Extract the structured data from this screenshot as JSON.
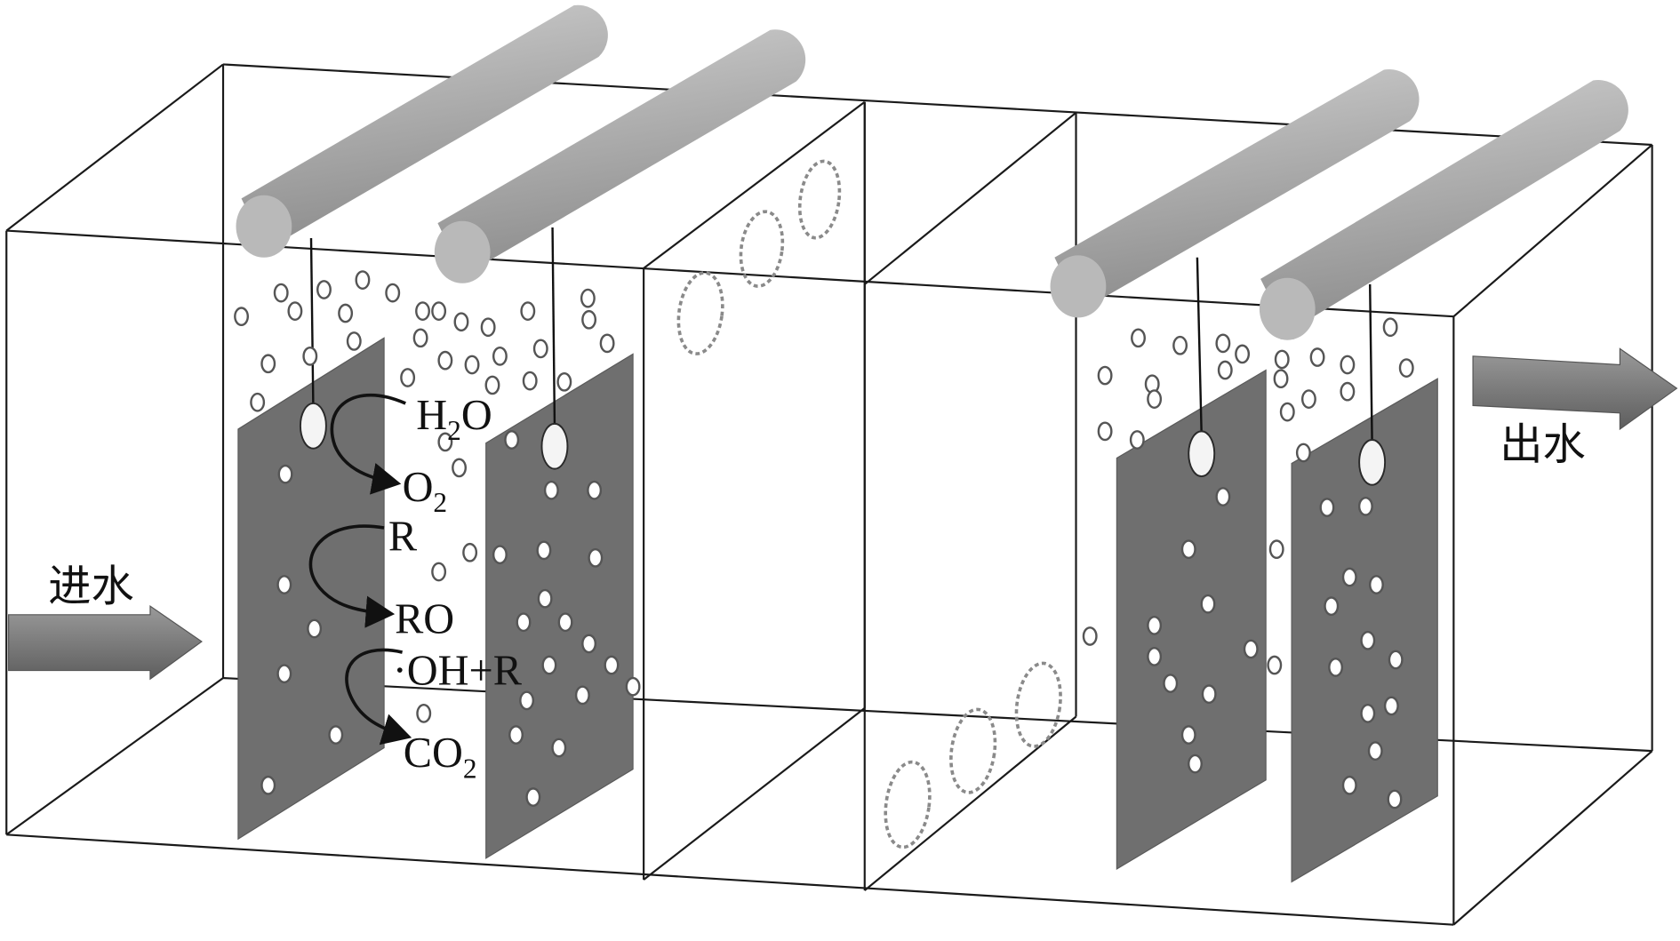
{
  "labels": {
    "inlet": "进水",
    "outlet": "出水"
  },
  "reactions": {
    "water": {
      "main": "H",
      "sub": "2",
      "tail": "O"
    },
    "oxygen": {
      "main": "O",
      "sub": "2"
    },
    "organic": "R",
    "oxidized": "RO",
    "hydroxyl": "·OH+R",
    "carbon_dioxide": {
      "main": "CO",
      "sub": "2"
    }
  },
  "colors": {
    "plate": "#6f6f6f",
    "rod": "#a8a8a8",
    "arrow": "#7a7a7a",
    "outline": "#1a1a1a"
  }
}
